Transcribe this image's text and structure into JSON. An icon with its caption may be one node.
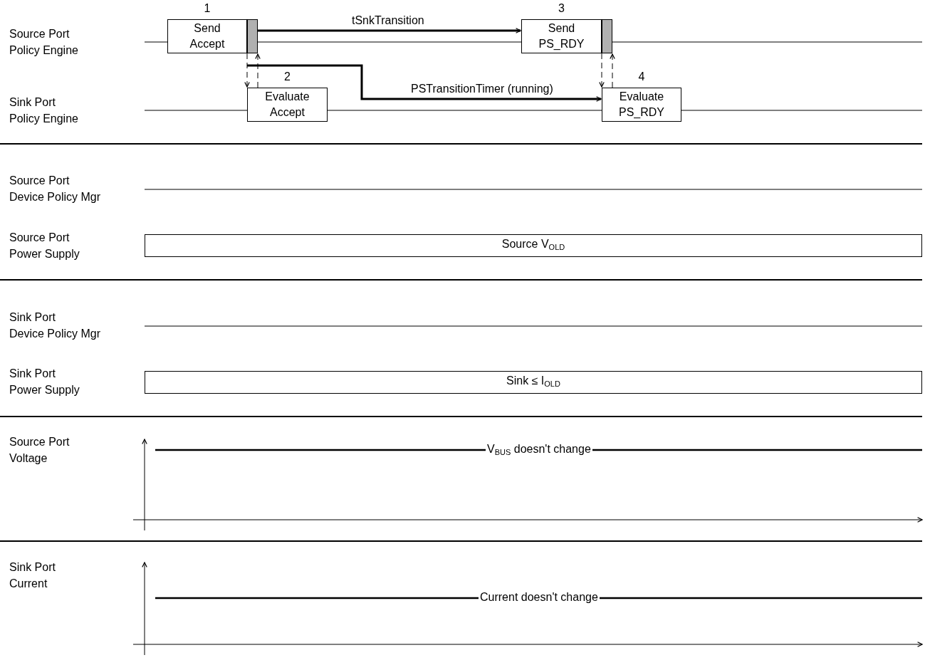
{
  "diagram": {
    "nodes": [
      {
        "text": [
          "Send Accept"
        ],
        "beside": [
          "1"
        ]
      },
      {
        "text": [],
        "shape": "bar"
      },
      {
        "text": [
          "Evaluate Accept"
        ],
        "beside": [
          "2"
        ]
      },
      {
        "text": [
          "Send PS_RDY"
        ],
        "beside": [
          "3"
        ]
      },
      {
        "text": [],
        "shape": "bar"
      },
      {
        "text": [
          "Evaluate PS_RDY"
        ],
        "beside": [
          "4"
        ]
      },
      {
        "text": [
          "Source V$_{OLD}$"
        ]
      },
      {
        "text": [
          "Sink ≤ I$_{OLD}$"
        ]
      }
    ],
    "edges": [
      {
        "from": 1,
        "to": 3,
        "arrow": "to",
        "label": "tSnkTransition",
        "style": "thick"
      },
      {
        "from": 1,
        "to": 2,
        "arrow": "to",
        "style": "dashed"
      },
      {
        "from": 2,
        "to": 1,
        "arrow": "to",
        "style": "dashed"
      },
      {
        "from": null,
        "to": 5,
        "arrow": "to",
        "label": "PSTransitionTimer (running)",
        "style": "thick"
      },
      {
        "from": 4,
        "to": 5,
        "arrow": "to",
        "style": "dashed"
      },
      {
        "from": 5,
        "to": 4,
        "arrow": "to",
        "style": "dashed"
      }
    ],
    "labels": [
      "Source Port Policy Engine",
      "Sink Port Policy Engine",
      "Source Port Device Policy Mgr",
      "Source Port Power Supply",
      "Sink Port Device Policy Mgr",
      "Sink Port Power Supply",
      "Source Port Voltage",
      "V$_{BUS}$ doesn't change",
      "Sink Port Current",
      "Current doesn't change"
    ]
  }
}
